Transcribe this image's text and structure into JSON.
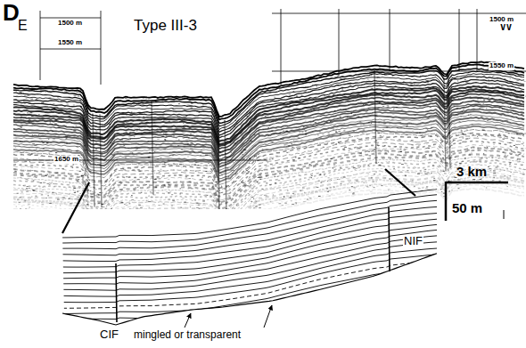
{
  "diagram": {
    "labels": [
      "D",
      "E",
      "Type III-3",
      "W",
      "1500 m",
      "1550 m",
      "1650 m",
      "1500 m",
      "1550 m",
      "3 km",
      "50 m",
      "CIF",
      "NIF",
      "mingled or transparent"
    ]
  }
}
